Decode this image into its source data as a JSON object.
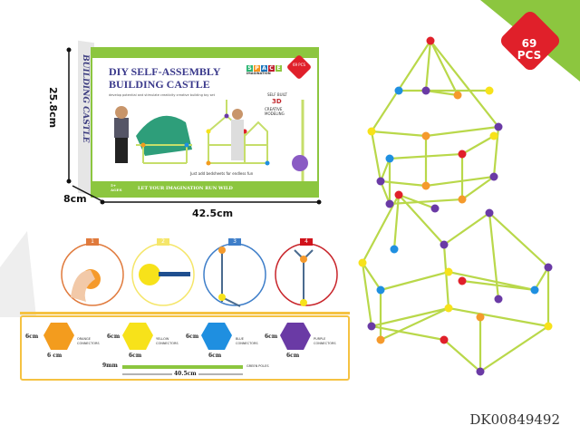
{
  "badge": {
    "count": "69",
    "unit": "PCS"
  },
  "package": {
    "title_line1": "DIY SELF-ASSEMBLY",
    "title_line2": "BUILDING CASTLE",
    "side_text": "DIY SELF-ASSEMBLY BUILDING CASTLE",
    "subtitle": "develop potential and stimulate creativity creative building toy set",
    "space_letters": [
      "S",
      "P",
      "A",
      "C",
      "E"
    ],
    "space_sub": "IMAGINATION",
    "self_built": "SELF BUILT",
    "three_d": "3D",
    "creative_modeling": "CREATIVE MODELING",
    "bedsheet_note": "Just add bedsheets for endless fun",
    "age": "5+ AGES",
    "slogan": "LET YOUR IMAGINATION RUN WILD",
    "mini_badge": "69 PCS"
  },
  "dimensions": {
    "height": "25.8cm",
    "depth": "8cm",
    "width": "42.5cm"
  },
  "steps": [
    "1",
    "2",
    "3",
    "4"
  ],
  "legend": {
    "connectors": [
      {
        "name": "ORANGE CONNECTORS",
        "height": "6cm",
        "width": "6 cm",
        "color": "#f39c1e"
      },
      {
        "name": "YELLOW CONNECTORS",
        "height": "6cm",
        "width": "6cm",
        "color": "#f7e21a"
      },
      {
        "name": "BLUE CONNECTORS",
        "height": "6cm",
        "width": "6cm",
        "color": "#1f8fe0"
      },
      {
        "name": "PURPLE CONNECTORS",
        "height": "6cm",
        "width": "6cm",
        "color": "#6a3aa5"
      }
    ],
    "pole": {
      "name": "GREEN POLES",
      "diameter": "9mm",
      "length": "40.5cm"
    }
  },
  "watermark": "DK00849492"
}
